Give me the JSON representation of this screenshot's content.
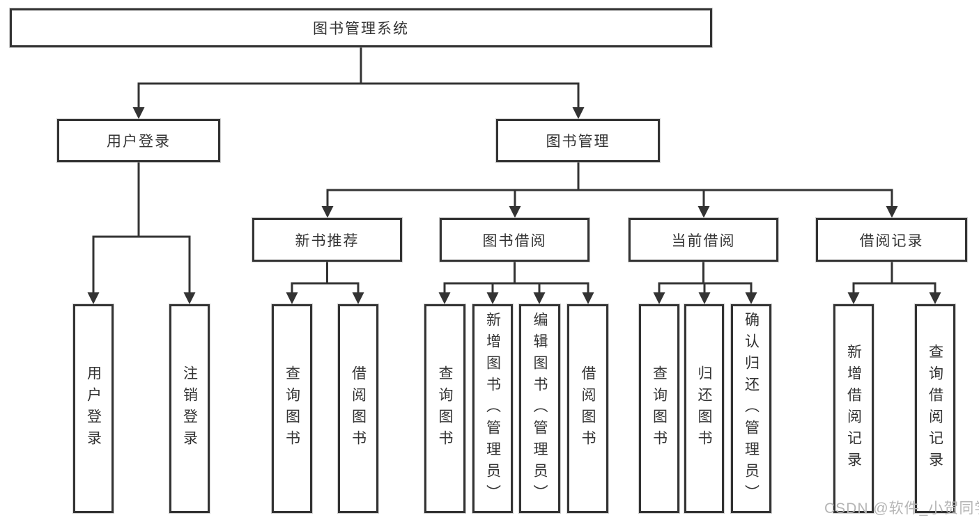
{
  "diagram": {
    "root": {
      "label": "图书管理系统"
    },
    "level2": [
      {
        "label": "用户登录"
      },
      {
        "label": "图书管理"
      }
    ],
    "level3": [
      {
        "label": "新书推荐"
      },
      {
        "label": "图书借阅"
      },
      {
        "label": "当前借阅"
      },
      {
        "label": "借阅记录"
      }
    ],
    "leaves": {
      "user_login": [
        "用户登录",
        "注销登录"
      ],
      "new_book": [
        "查询图书",
        "借阅图书"
      ],
      "book_borrow": [
        "查询图书",
        "新增图书（管理员）",
        "编辑图书（管理员）",
        "借阅图书"
      ],
      "current_borrow": [
        "查询图书",
        "归还图书",
        "确认归还（管理员）"
      ],
      "borrow_record": [
        "新增借阅记录",
        "查询借阅记录"
      ]
    }
  },
  "watermark": {
    "text": "CSDN @软件_小贺同学"
  },
  "colors": {
    "line": "#333333",
    "box_border": "#333333",
    "text": "#333333",
    "watermark": "#b5b5b5",
    "background": "#ffffff"
  }
}
